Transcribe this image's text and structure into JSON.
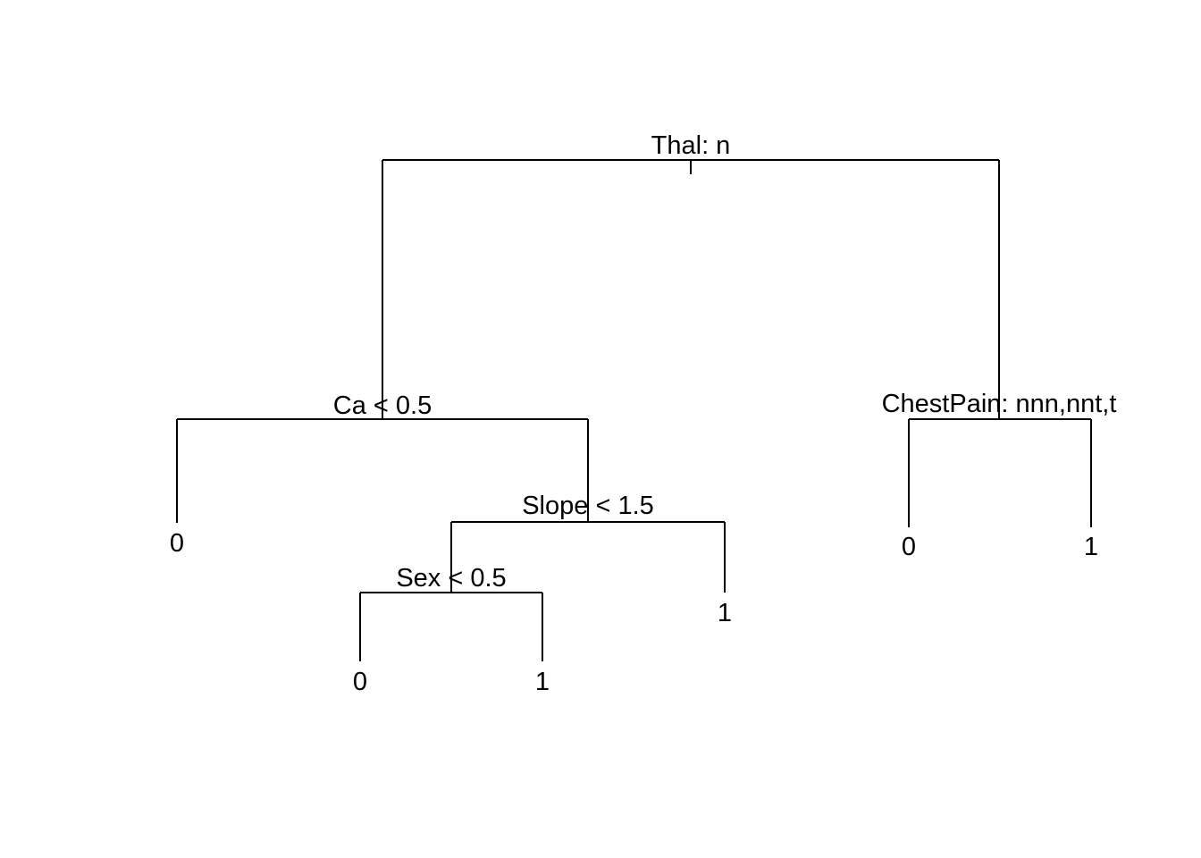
{
  "tree": {
    "root": {
      "id": "thal",
      "label": "Thal: n",
      "children": [
        {
          "id": "ca",
          "label": "Ca < 0.5",
          "children": [
            {
              "id": "leaf-ca-left",
              "label": "0"
            },
            {
              "id": "slope",
              "label": "Slope < 1.5",
              "children": [
                {
                  "id": "sex",
                  "label": "Sex < 0.5",
                  "children": [
                    {
                      "id": "leaf-sex-left",
                      "label": "0"
                    },
                    {
                      "id": "leaf-sex-right",
                      "label": "1"
                    }
                  ]
                },
                {
                  "id": "leaf-slope-right",
                  "label": "1"
                }
              ]
            }
          ]
        },
        {
          "id": "chestpain",
          "label": "ChestPain: nnn,nnt,t",
          "children": [
            {
              "id": "leaf-chestpain-left",
              "label": "0"
            },
            {
              "id": "leaf-chestpain-right",
              "label": "1"
            }
          ]
        }
      ]
    }
  }
}
